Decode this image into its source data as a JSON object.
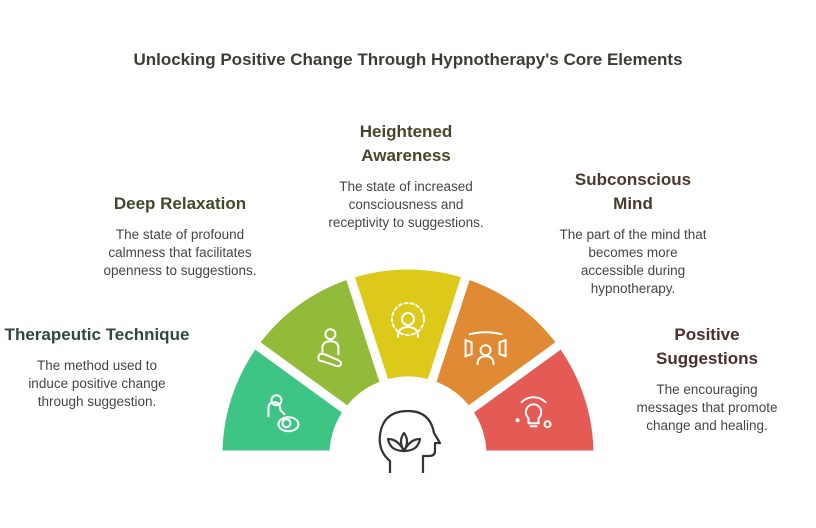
{
  "title": "Unlocking Positive Change Through Hypnotherapy's Core Elements",
  "elements": [
    {
      "heading": "Therapeutic Technique",
      "body": "The method used to induce positive change through suggestion.",
      "color": "#3ec484",
      "title_color": "#2f4a3c",
      "icon": "caregiver-icon"
    },
    {
      "heading": "Deep Relaxation",
      "body": "The state of profound calmness that facilitates openness to suggestions.",
      "color": "#93bb3a",
      "title_color": "#3f4a2a",
      "icon": "meditation-icon"
    },
    {
      "heading": "Heightened Awareness",
      "body": "The state of increased consciousness and receptivity to suggestions.",
      "color": "#ddc91a",
      "title_color": "#4a4528",
      "icon": "radiant-person-icon"
    },
    {
      "heading": "Subconscious Mind",
      "body": "The part of the mind that becomes more accessible during hypnotherapy.",
      "color": "#e08a33",
      "title_color": "#4a3a2a",
      "icon": "immersive-room-icon"
    },
    {
      "heading": "Positive Suggestions",
      "body": "The encouraging messages that promote change and healing.",
      "color": "#e45a55",
      "title_color": "#4a2f2d",
      "icon": "lightbulb-icon"
    }
  ],
  "center_icon": "head-lotus-icon"
}
